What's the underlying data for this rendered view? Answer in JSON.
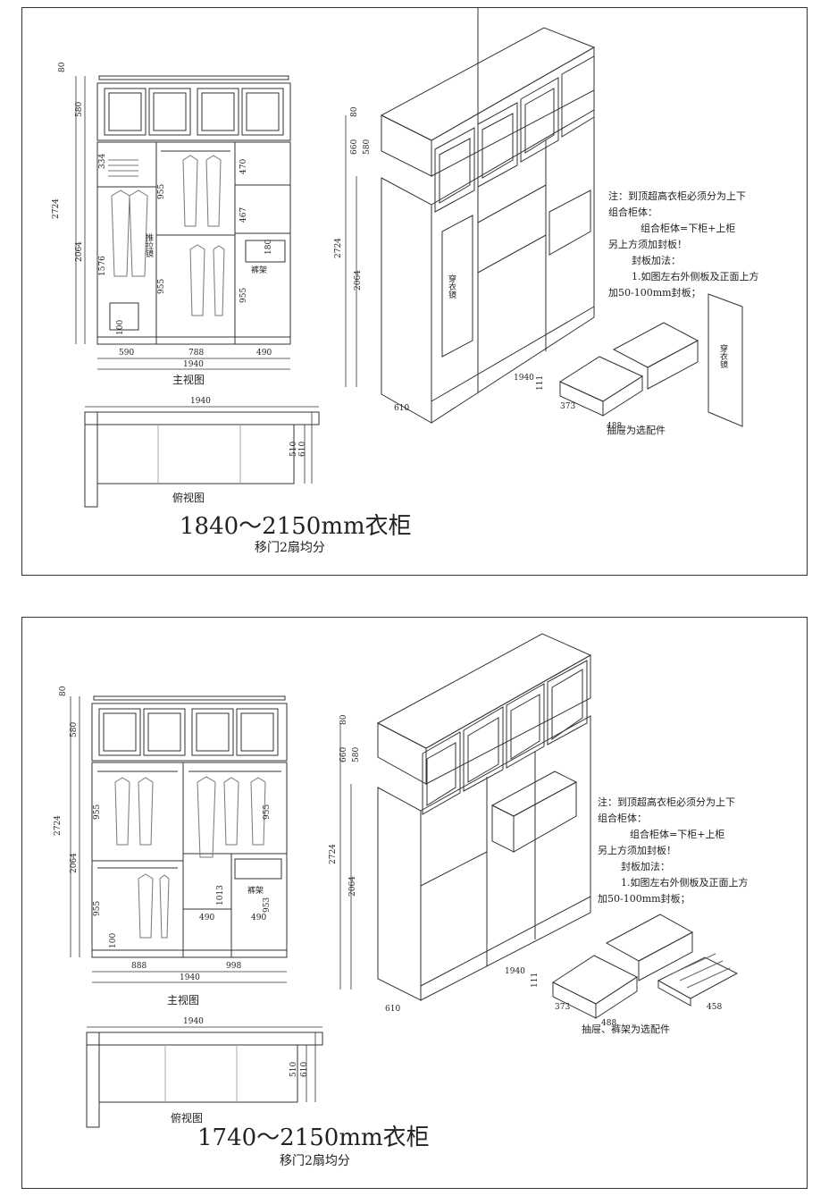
{
  "panels": [
    {
      "front_label": "主视图",
      "top_label": "俯视图",
      "title": "1840～2150mm衣柜",
      "subtitle": "移门2扇均分",
      "accessory_label": "抽屉为选配件",
      "mirror_label": "穿衣镜",
      "front_dims": {
        "d80": "80",
        "d580": "580",
        "d2724": "2724",
        "d2064": "2064",
        "d1576": "1576",
        "d334": "334",
        "d955a": "955",
        "d955b": "955",
        "d470": "470",
        "d467": "467",
        "d180": "180",
        "d955c": "955",
        "d100": "100",
        "w590": "590",
        "w788": "788",
        "w490": "490",
        "w1940": "1940"
      },
      "front_tags": {
        "push": "推拉镜",
        "rack": "裤架"
      },
      "top_dims": {
        "w1940": "1940",
        "d510": "510",
        "d610": "610"
      },
      "iso_dims": {
        "d80": "80",
        "d660": "660",
        "d580": "580",
        "d2724": "2724",
        "d2064": "2064",
        "w1940": "1940",
        "d610": "610",
        "d111": "111",
        "d373": "373",
        "d488": "488"
      },
      "notes": [
        "注：到顶超高衣柜必须分为上下",
        "组合柜体：",
        "组合柜体=下柜+上柜",
        "另上方须加封板！",
        "封板加法：",
        "1.如图左右外侧板及正面上方",
        "加50-100mm封板；"
      ]
    },
    {
      "front_label": "主视图",
      "top_label": "俯视图",
      "title": "1740～2150mm衣柜",
      "subtitle": "移门2扇均分",
      "accessory_label": "抽屉、裤架为选配件",
      "front_dims": {
        "d80": "80",
        "d580": "580",
        "d2724": "2724",
        "d2064": "2064",
        "d955a": "955",
        "d955b": "955",
        "d955c": "955",
        "d953": "953",
        "d1013": "1013",
        "d100": "100",
        "w490a": "490",
        "w490b": "490",
        "w888": "888",
        "w998": "998",
        "w1940": "1940"
      },
      "front_tags": {
        "rack": "裤架"
      },
      "top_dims": {
        "w1940": "1940",
        "d510": "510",
        "d610": "610"
      },
      "iso_dims": {
        "d80": "80",
        "d660": "660",
        "d580": "580",
        "d2724": "2724",
        "d2064": "2064",
        "w1940": "1940",
        "d610": "610",
        "d111": "111",
        "d373": "373",
        "d488": "488",
        "d458": "458"
      },
      "notes": [
        "注：到顶超高衣柜必须分为上下",
        "组合柜体：",
        "组合柜体=下柜+上柜",
        "另上方须加封板！",
        "封板加法：",
        "1.如图左右外侧板及正面上方",
        "加50-100mm封板；"
      ]
    }
  ]
}
